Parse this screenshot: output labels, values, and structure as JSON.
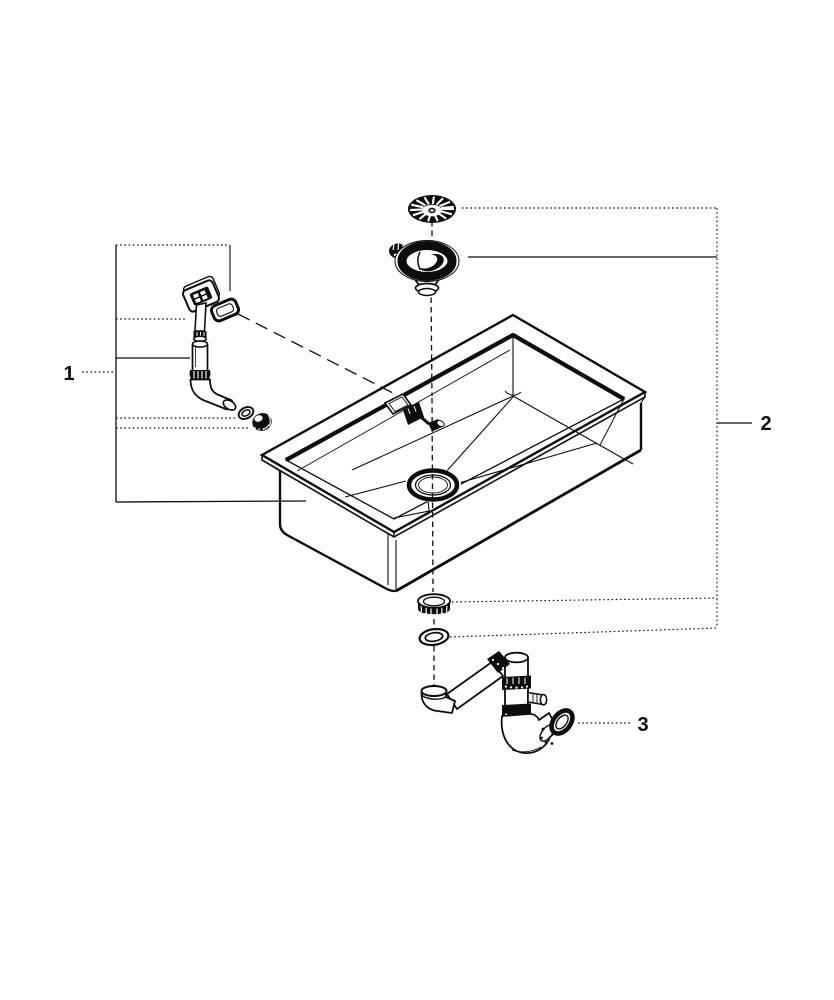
{
  "diagram": {
    "kind": "exploded-parts-diagram",
    "background_color": "#ffffff",
    "line_color": "#0d0d0d",
    "callouts": [
      {
        "label": "1",
        "part": "overflow-kit"
      },
      {
        "label": "2",
        "part": "strainer-mounting-set"
      },
      {
        "label": "3",
        "part": "siphon-trap"
      }
    ],
    "parts": [
      "strainer-cap",
      "basket-strainer",
      "sink-basin",
      "drain-hole",
      "overflow-cover-plate",
      "overflow-gasket",
      "overflow-pipe",
      "overflow-elbow",
      "overflow-washer",
      "overflow-nut",
      "locking-nut",
      "sealing-ring",
      "siphon-trap"
    ]
  }
}
